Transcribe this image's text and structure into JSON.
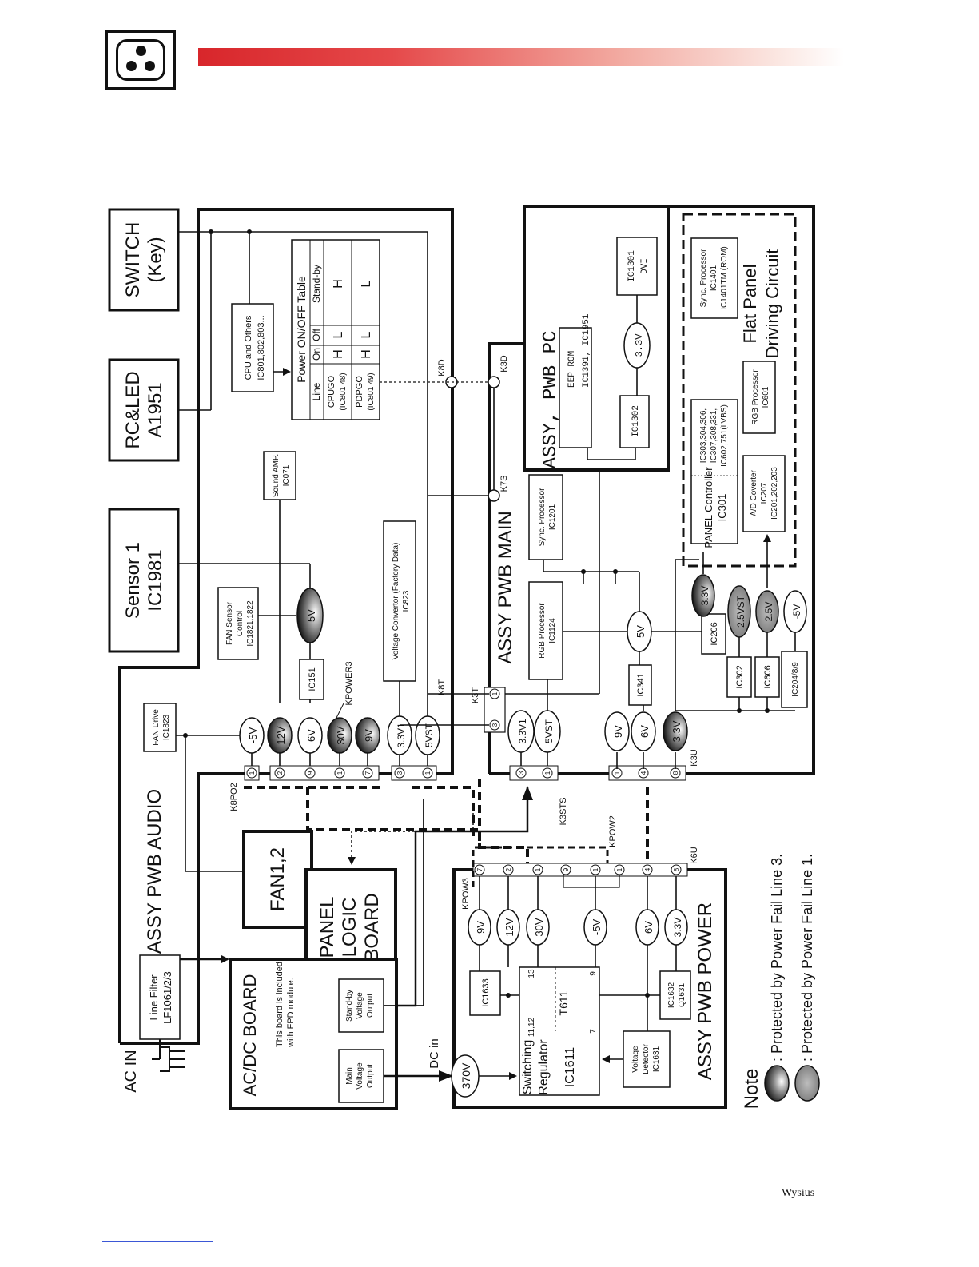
{
  "header": {
    "logo": "three-dot-tv-icon",
    "accent_color": "#d8262b"
  },
  "boards": {
    "audio": "ASSY PWB AUDIO",
    "main": "ASSY PWB MAIN",
    "power": "ASSY PWB POWER",
    "pc": "ASSY,  PWB PC",
    "acdc": "AC/DC BOARD",
    "acdc_note_1": "This board is included",
    "acdc_note_2": "with FPD module.",
    "panel_logic_1": "PANEL",
    "panel_logic_2": "LOGIC",
    "panel_logic_3": "BOARD",
    "fan": "FAN1,2",
    "sensor_1": "Sensor 1",
    "sensor_2": "IC1981",
    "rc_1": "RC&LED",
    "rc_2": "A1951",
    "switch_1": "SWITCH",
    "switch_2": "(Key)",
    "fpd_1": "Flat Panel",
    "fpd_2": "Driving Circuit"
  },
  "ac": {
    "ac_in": "AC IN",
    "line_filter_1": "Line Filter",
    "line_filter_2": "LF1061/2/3",
    "main_vout_1": "Main",
    "main_vout_2": "Voltage",
    "main_vout_3": "Output",
    "stby_vout_1": "Stand-by",
    "stby_vout_2": "Voltage",
    "stby_vout_3": "Output",
    "dc_in": "DC in",
    "v370": "370V"
  },
  "power_board": {
    "sw_reg_1": "Switching",
    "sw_reg_2": "Regulator",
    "sw_reg_3": "IC1611",
    "transformer": "T611",
    "pin_1112": "11,12",
    "pin_13": "13",
    "pin_9": "9",
    "pin_7": "7",
    "ic1633": "IC1633",
    "ic1632_1": "IC1632",
    "ic1632_2": "Q1631",
    "vdet_1": "Voltage",
    "vdet_2": "Detector",
    "vdet_3": "IC1631",
    "rails": [
      "9V",
      "12V",
      "30V",
      "-5V",
      "6V",
      "3.3V"
    ],
    "pins": [
      "7",
      "2",
      "1",
      "9",
      "1",
      "1",
      "4",
      "8"
    ],
    "kpow3": "KPOW3",
    "kpow2": "KPOW2",
    "k6u": "K6U"
  },
  "audio_board": {
    "fan_drive_1": "FAN Drive",
    "fan_drive_2": "IC1823",
    "fan_sensor_1": "FAN Sensor",
    "fan_sensor_2": "Control",
    "fan_sensor_3": "IC1821,1822",
    "sound_amp_1": "Sound AMP.",
    "sound_amp_2": "IC071",
    "ic151": "IC151",
    "vconv_1": "Voltage Convertor (Factory Data)",
    "vconv_2": "IC823",
    "cpu_1": "CPU and Others",
    "cpu_2": "IC801,802,803...",
    "rails": [
      "-5V",
      "12V",
      "6V",
      "30V",
      "9V",
      "3.3V1",
      "5VST"
    ],
    "pins": [
      "1",
      "2",
      "9",
      "1",
      "7",
      "3",
      "1"
    ],
    "v5": "5V",
    "kpower3": "KPOWER3",
    "k8po2": "K8PO2",
    "k8t": "K8T",
    "k8d": "K8D"
  },
  "onoff_table": {
    "title": "Power ON/OFF Table",
    "headers": [
      "Line",
      "On",
      "Off",
      "Stand-by"
    ],
    "rows": [
      {
        "line_1": "CPUGO",
        "line_2": "(IC801 48)",
        "on": "H",
        "off": "L",
        "stby": "H"
      },
      {
        "line_1": "PDPGO",
        "line_2": "(IC801 49)",
        "on": "H",
        "off": "L",
        "stby": "L"
      }
    ]
  },
  "main_board": {
    "k3t": "K3T",
    "k7s": "K7S",
    "k3d": "K3D",
    "k3sts": "K3STS",
    "k3u": "K3U",
    "rgb_proc_1": "RGB Processor",
    "rgb_proc_2": "IC1124",
    "sync_proc_1": "Sync. Processor",
    "sync_proc_2": "IC1201",
    "ic341": "IC341",
    "v5": "5V",
    "rails_in": [
      "3.3V1",
      "5VST"
    ],
    "rails_in_pins": [
      "3",
      "1"
    ],
    "k3t_pins": [
      "3",
      "1"
    ],
    "rails_u": [
      "9V",
      "6V",
      "3.3V"
    ],
    "rails_u_pins": [
      "1",
      "4",
      "8"
    ],
    "ic206": "IC206",
    "ic302": "IC302",
    "ic606": "IC606",
    "ic204": "IC204/8/9",
    "v33": "3.3V",
    "v25vst": "2.5VST",
    "v25": "2.5V",
    "vm5": "-5V"
  },
  "pc_board": {
    "eep_1": "EEP ROM",
    "eep_2": "IC1391, IC1951",
    "ic1302": "IC1302",
    "ic1301_1": "IC1301",
    "ic1301_2": "DVI",
    "v33": "3.3V"
  },
  "fpd": {
    "panel_ctrl_1": "PANEL Controller",
    "panel_ctrl_2": "IC301",
    "panel_ics_1": "IC303,304,306,",
    "panel_ics_2": "IC307,308,331,",
    "panel_ics_3": "IC602,751(LVBS)",
    "ad_1": "A/D Coverter",
    "ad_2": "IC207",
    "ad_3": "IC201,202,203",
    "rgb_1": "RGB Processor",
    "rgb_2": "IC601",
    "sync_1": "Sync. Processor",
    "sync_2": "IC1401",
    "sync_3": "IC1401TM (ROM)"
  },
  "note": {
    "title": "Note",
    "line3": ": Protected by Power Fail Line 3.",
    "line1": ": Protected by Power Fail Line 1."
  },
  "footer": {
    "brand": "Wysius"
  }
}
